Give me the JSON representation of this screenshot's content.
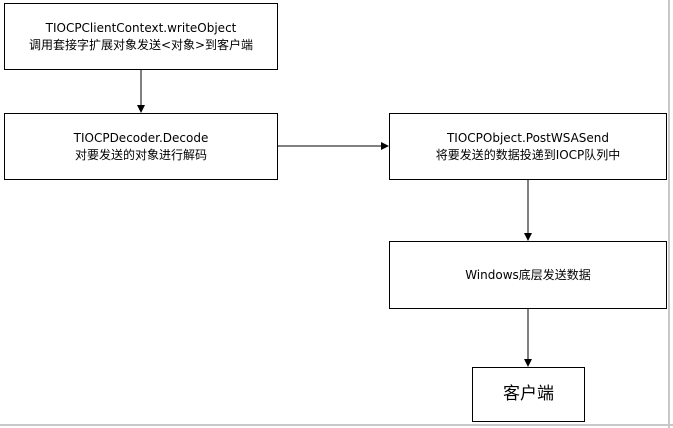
{
  "nodes": {
    "write_object": {
      "title": "TIOCPClientContext.writeObject",
      "desc": "调用套接字扩展对象发送<对象>到客户端"
    },
    "decode": {
      "title": "TIOCPDecoder.Decode",
      "desc": "对要发送的对象进行解码"
    },
    "post_send": {
      "title": "TIOCPObject.PostWSASend",
      "desc": "将要发送的数据投递到IOCP队列中"
    },
    "windows_send": {
      "title": "Windows底层发送数据"
    },
    "client": {
      "title": "客户端"
    }
  },
  "edges": [
    {
      "from": "write_object",
      "to": "decode"
    },
    {
      "from": "decode",
      "to": "post_send"
    },
    {
      "from": "post_send",
      "to": "windows_send"
    },
    {
      "from": "windows_send",
      "to": "client"
    }
  ]
}
